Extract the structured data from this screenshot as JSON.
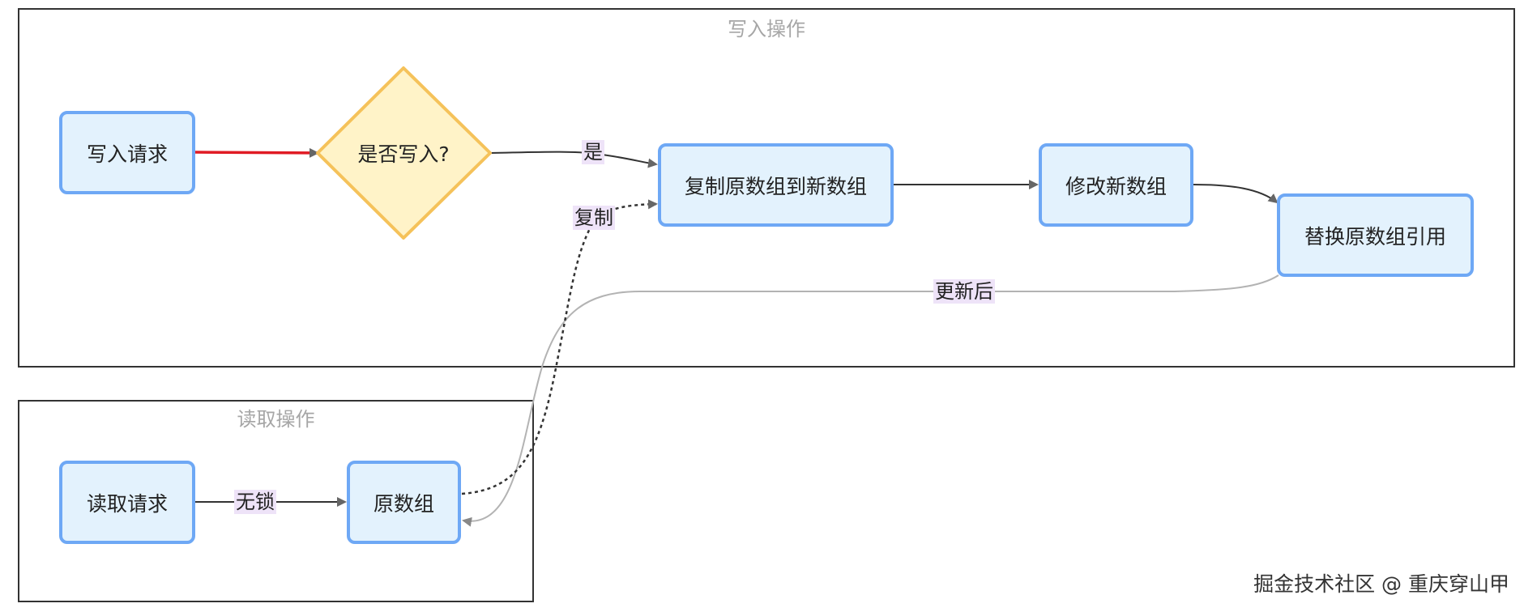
{
  "clusters": {
    "write": {
      "title": "写入操作"
    },
    "read": {
      "title": "读取操作"
    }
  },
  "nodes": {
    "write_request": "写入请求",
    "decision": "是否写入?",
    "copy_array": "复制原数组到新数组",
    "modify_array": "修改新数组",
    "replace_ref": "替换原数组引用",
    "read_request": "读取请求",
    "original_array": "原数组"
  },
  "edge_labels": {
    "yes": "是",
    "copy": "复制",
    "after_update": "更新后",
    "lock_free": "无锁"
  },
  "watermark": "掘金技术社区 @ 重庆穿山甲",
  "colors": {
    "node_fill": "#e3f2fd",
    "node_border": "#6ea8f5",
    "decision_fill": "#fff3c8",
    "decision_border": "#f5c25a",
    "highlight_edge": "#e01b24",
    "edge": "#333333",
    "return_edge": "#b3b3b3",
    "edge_label_bg": "#eee3f8"
  }
}
